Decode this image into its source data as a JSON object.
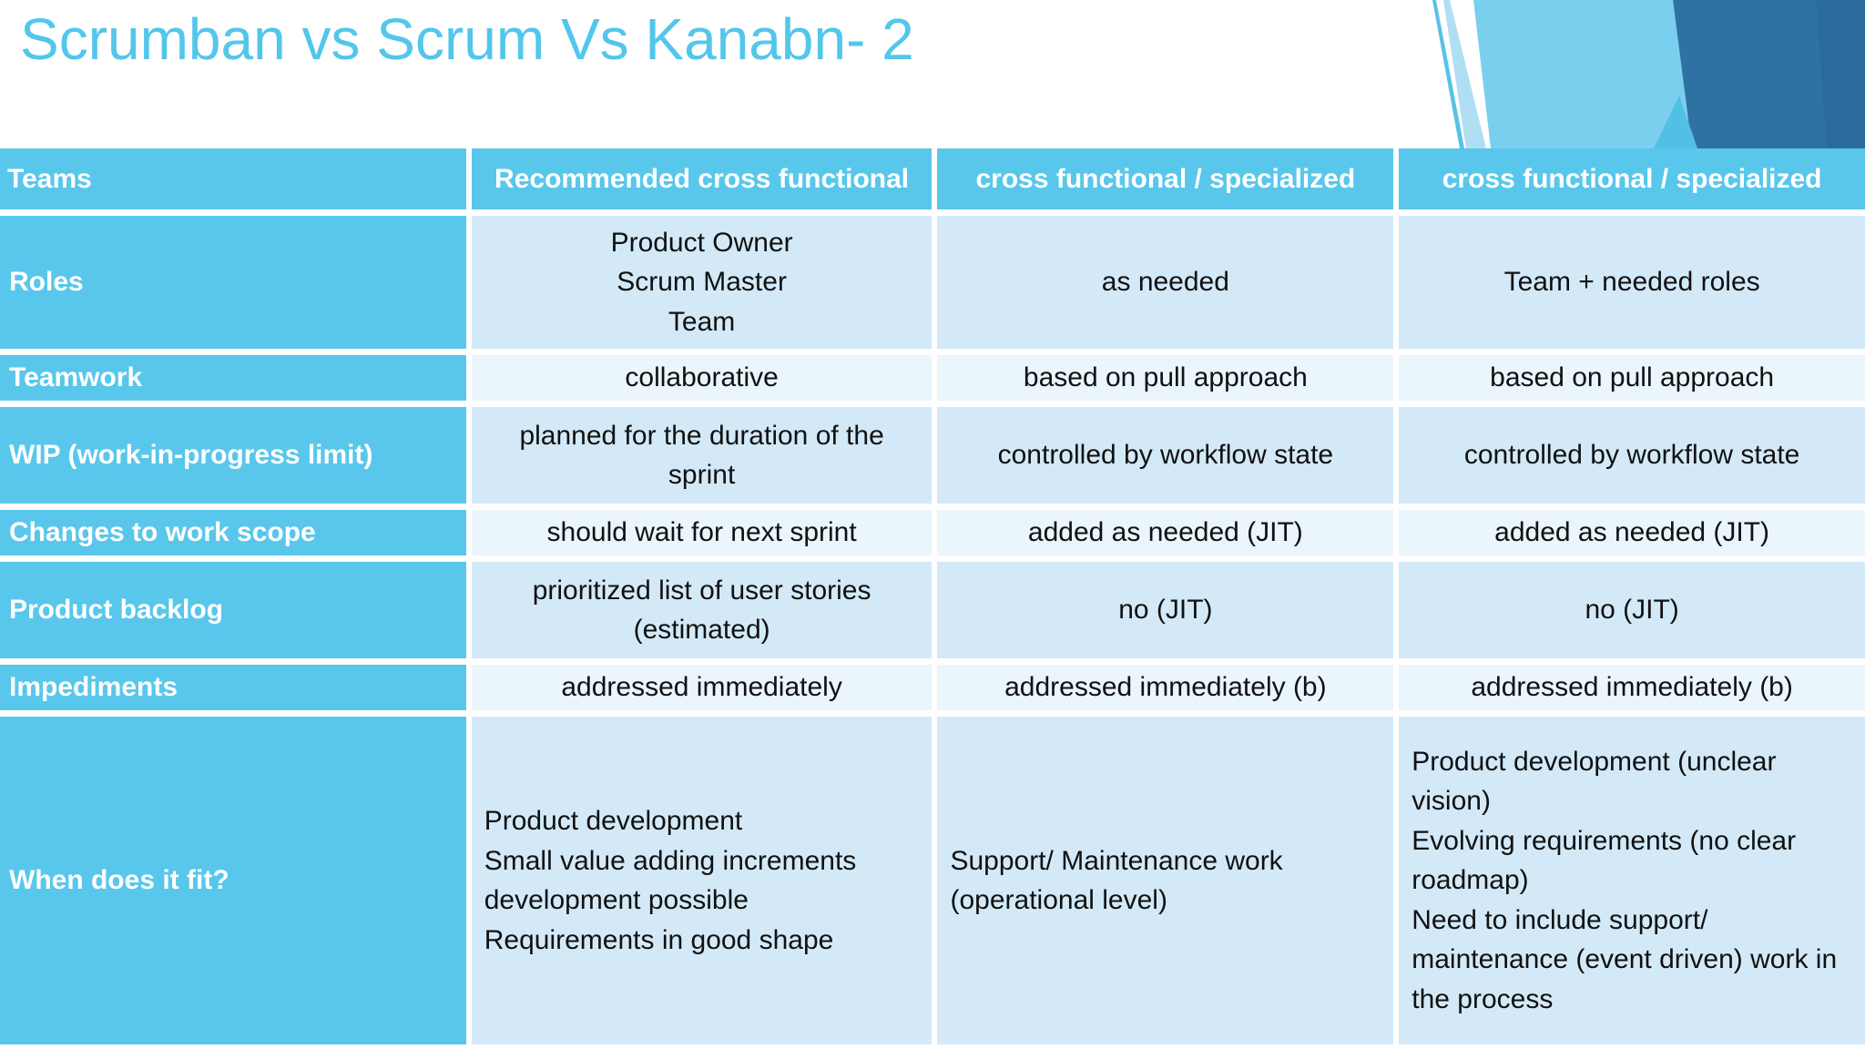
{
  "title": "Scrumban vs Scrum Vs Kanabn- 2",
  "colors": {
    "accent_blue": "#58c7eb",
    "title_blue": "#53c6eb",
    "band_dark": "#d3e9f8",
    "band_light": "#eaf5fc",
    "decor_sky": "#7bcfee",
    "decor_steel": "#2e72a4",
    "text_dark": "#111111"
  },
  "decoration": "facet-corner-arrows",
  "table": {
    "corner_label": "Teams",
    "column_headers": [
      "Recommended cross functional",
      "cross functional / specialized",
      "cross functional / specialized"
    ],
    "rows": [
      {
        "label": "Roles",
        "cells": [
          [
            "Product Owner",
            "Scrum Master",
            "Team"
          ],
          [
            "as needed"
          ],
          [
            "Team + needed roles"
          ]
        ]
      },
      {
        "label": "Teamwork",
        "cells": [
          [
            "collaborative"
          ],
          [
            "based on pull approach"
          ],
          [
            "based on pull approach"
          ]
        ]
      },
      {
        "label": "WIP (work-in-progress limit)",
        "cells": [
          [
            "planned for the duration of the sprint"
          ],
          [
            "controlled by workflow state"
          ],
          [
            "controlled by workflow state"
          ]
        ]
      },
      {
        "label": "Changes to work scope",
        "cells": [
          [
            "should wait for next sprint"
          ],
          [
            "added as needed (JIT)"
          ],
          [
            "added as needed (JIT)"
          ]
        ]
      },
      {
        "label": "Product backlog",
        "cells": [
          [
            "prioritized list of user stories (estimated)"
          ],
          [
            "no (JIT)"
          ],
          [
            "no (JIT)"
          ]
        ]
      },
      {
        "label": "Impediments",
        "cells": [
          [
            "addressed immediately"
          ],
          [
            "addressed immediately (b)"
          ],
          [
            "addressed immediately (b)"
          ]
        ]
      },
      {
        "label": "When does it fit?",
        "cells": [
          [
            "Product development",
            "Small value adding increments development possible",
            "Requirements in good shape"
          ],
          [
            "Support/ Maintenance work (operational level)"
          ],
          [
            "Product development (unclear vision)",
            "Evolving requirements (no clear roadmap)",
            "Need to include support/ maintenance (event driven) work in the process"
          ]
        ]
      }
    ]
  }
}
